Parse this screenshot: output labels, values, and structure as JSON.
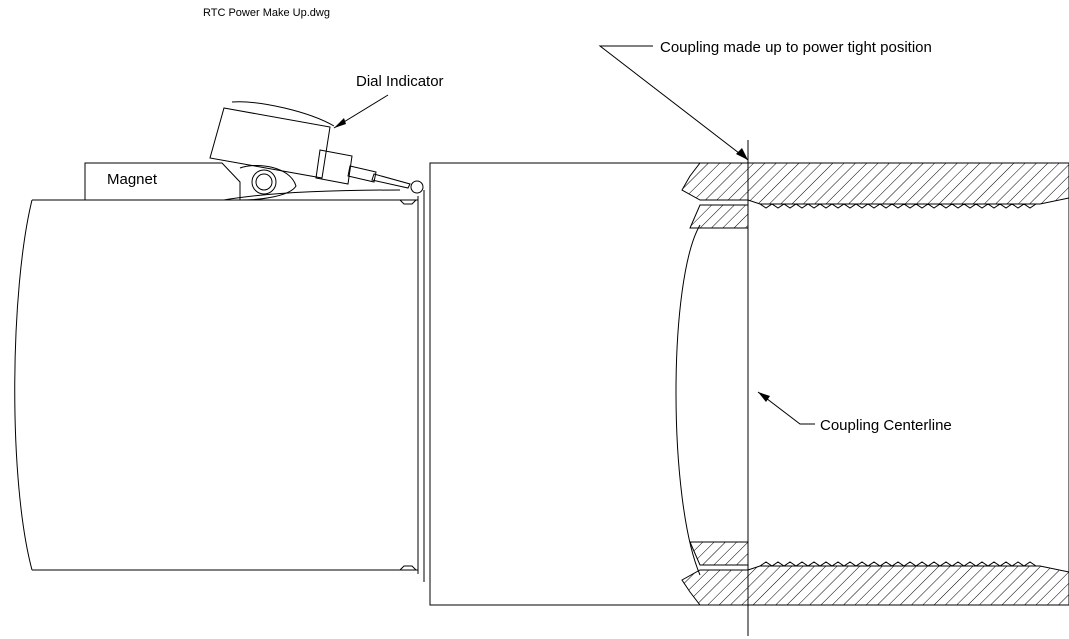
{
  "drawing": {
    "filename": "RTC Power Make Up.dwg",
    "labels": {
      "magnet": "Magnet",
      "dial_indicator": "Dial Indicator",
      "power_tight": "Coupling made up to power tight position",
      "centerline": "Coupling Centerline"
    }
  },
  "colors": {
    "line": "#000000",
    "background": "#ffffff"
  }
}
